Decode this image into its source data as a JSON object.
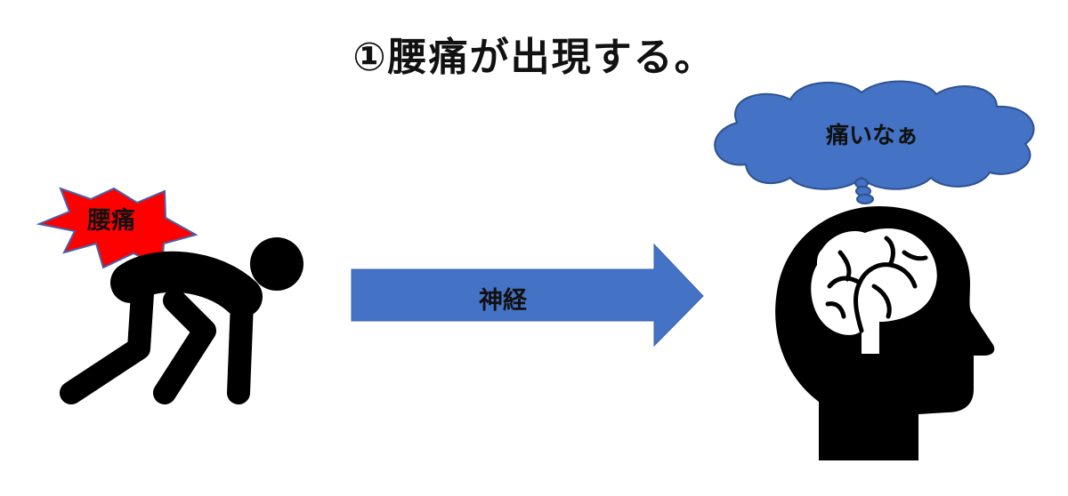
{
  "title": "①腰痛が出現する。",
  "burst": {
    "label": "腰痛",
    "fill_color": "#ff0000",
    "stroke_color": "#4a5fa8",
    "icon": "explosion-burst-icon"
  },
  "person": {
    "icon": "hunched-person-back-pain-icon",
    "color": "#000000"
  },
  "arrow": {
    "label": "神経",
    "fill_color": "#4472c4",
    "icon": "right-arrow-icon"
  },
  "thought": {
    "label": "痛いなぁ",
    "fill_color": "#4472c4",
    "stroke_color": "#2f528f",
    "icon": "thought-cloud-icon"
  },
  "head": {
    "icon": "head-with-brain-icon",
    "color": "#000000"
  }
}
